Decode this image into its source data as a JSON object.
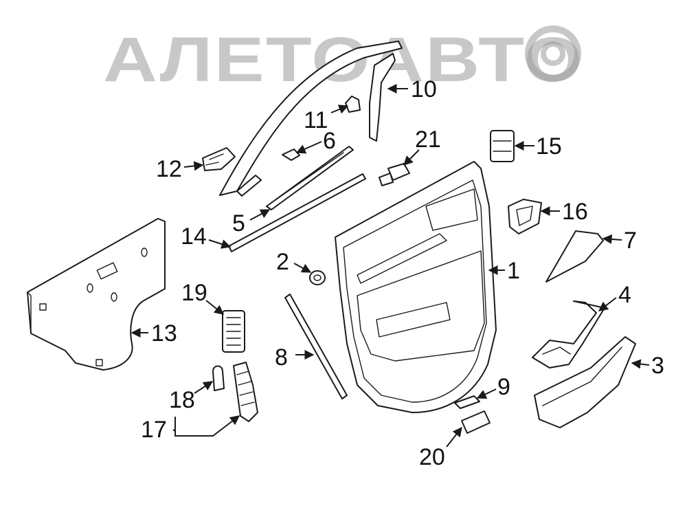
{
  "watermark": {
    "text": "АЛЕТОАВТО"
  },
  "callouts": [
    {
      "id": "1",
      "label": "1"
    },
    {
      "id": "2",
      "label": "2"
    },
    {
      "id": "3",
      "label": "3"
    },
    {
      "id": "4",
      "label": "4"
    },
    {
      "id": "5",
      "label": "5"
    },
    {
      "id": "6",
      "label": "6"
    },
    {
      "id": "7",
      "label": "7"
    },
    {
      "id": "8",
      "label": "8"
    },
    {
      "id": "9",
      "label": "9"
    },
    {
      "id": "10",
      "label": "10"
    },
    {
      "id": "11",
      "label": "11"
    },
    {
      "id": "12",
      "label": "12"
    },
    {
      "id": "13",
      "label": "13"
    },
    {
      "id": "14",
      "label": "14"
    },
    {
      "id": "15",
      "label": "15"
    },
    {
      "id": "16",
      "label": "16"
    },
    {
      "id": "17",
      "label": "17"
    },
    {
      "id": "18",
      "label": "18"
    },
    {
      "id": "19",
      "label": "19"
    },
    {
      "id": "20",
      "label": "20"
    },
    {
      "id": "21",
      "label": "21"
    }
  ]
}
